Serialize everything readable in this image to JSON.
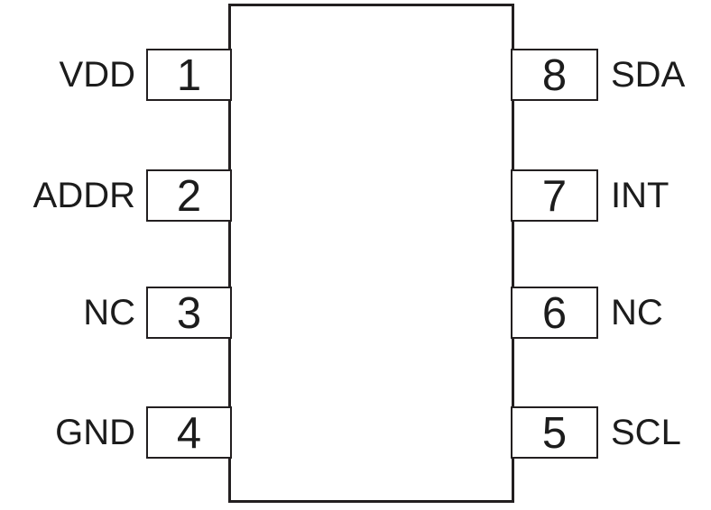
{
  "diagram": {
    "kind": "ic-pinout",
    "pin_count": 8
  },
  "colors": {
    "background": "#ffffff",
    "line": "#231f20",
    "text": "#1c1c1c"
  },
  "pins": {
    "left": [
      {
        "number": "1",
        "label": "VDD"
      },
      {
        "number": "2",
        "label": "ADDR"
      },
      {
        "number": "3",
        "label": "NC"
      },
      {
        "number": "4",
        "label": "GND"
      }
    ],
    "right": [
      {
        "number": "8",
        "label": "SDA"
      },
      {
        "number": "7",
        "label": "INT"
      },
      {
        "number": "6",
        "label": "NC"
      },
      {
        "number": "5",
        "label": "SCL"
      }
    ]
  }
}
